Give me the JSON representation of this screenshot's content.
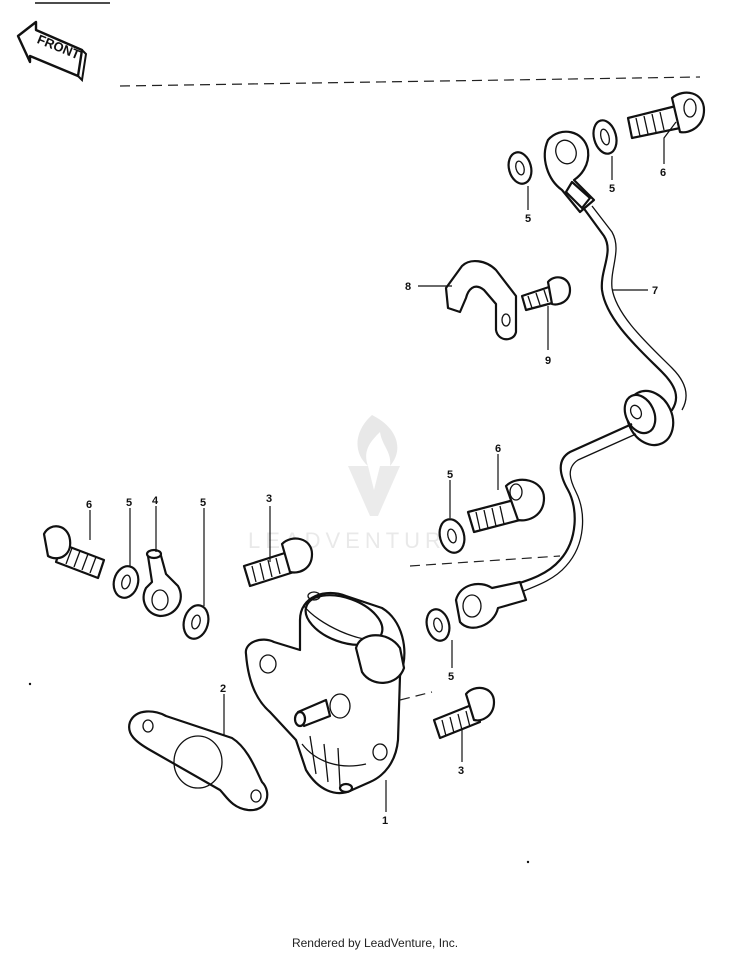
{
  "front_badge": "FRONT",
  "watermark": "LEADVENTURE",
  "footer": "Rendered by LeadVenture, Inc.",
  "callouts": [
    {
      "label": "6"
    },
    {
      "label": "5"
    },
    {
      "label": "5"
    },
    {
      "label": "7"
    },
    {
      "label": "8"
    },
    {
      "label": "9"
    },
    {
      "label": "6"
    },
    {
      "label": "5"
    },
    {
      "label": "6"
    },
    {
      "label": "5"
    },
    {
      "label": "4"
    },
    {
      "label": "5"
    },
    {
      "label": "3"
    },
    {
      "label": "2"
    },
    {
      "label": "1"
    },
    {
      "label": "5"
    },
    {
      "label": "3"
    }
  ],
  "colors": {
    "line": "#111111",
    "watermark": "#d8d8d8",
    "background": "#ffffff"
  }
}
